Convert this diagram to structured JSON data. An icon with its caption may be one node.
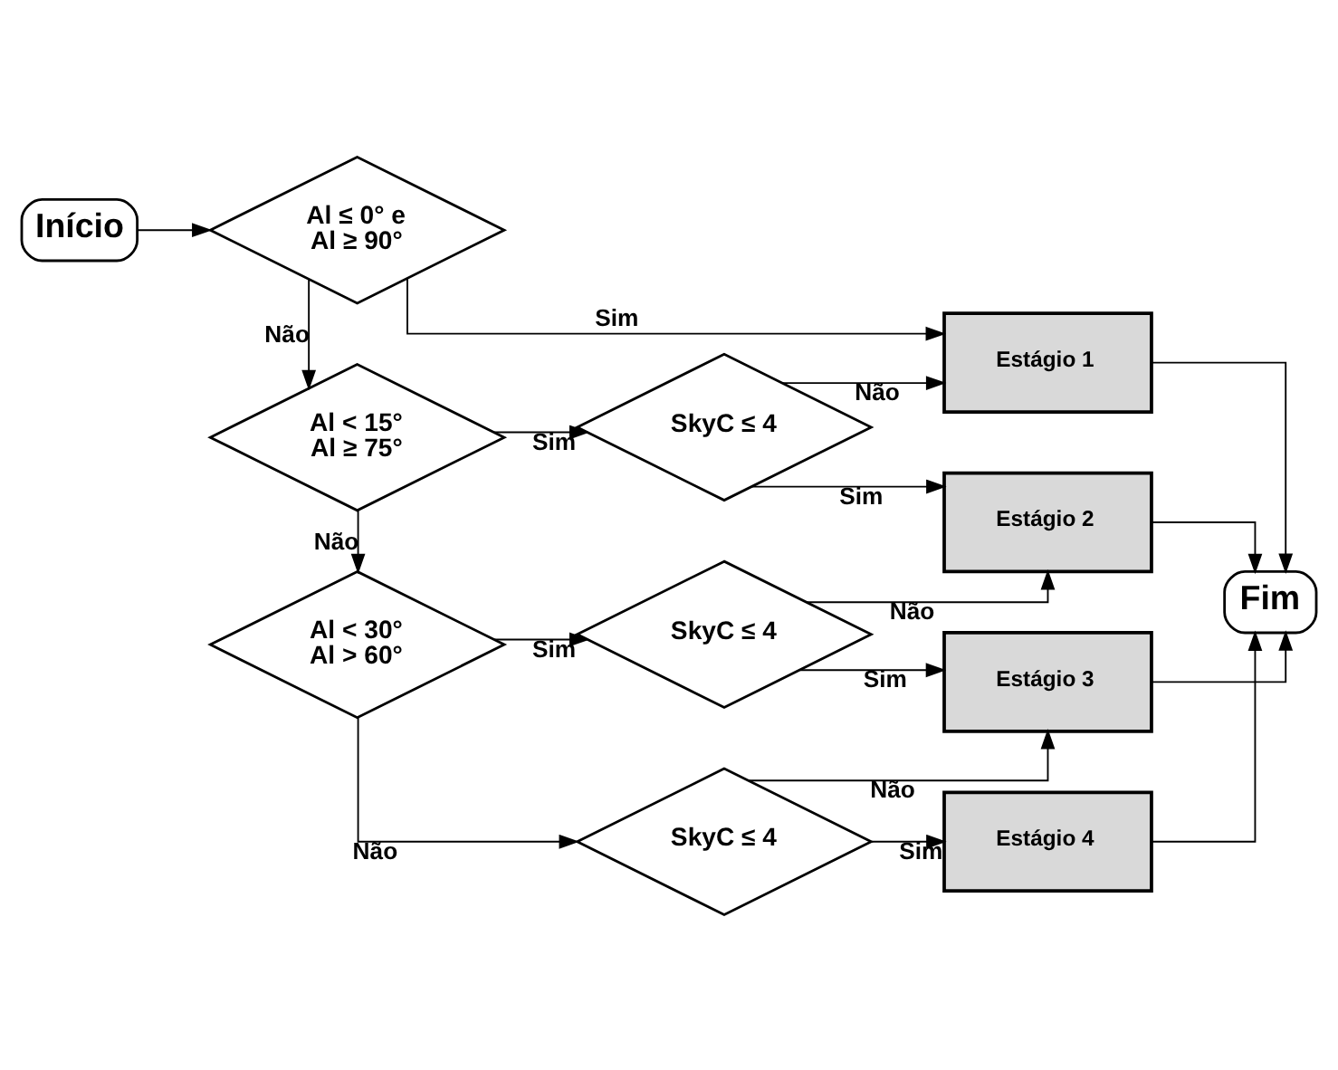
{
  "diagram": {
    "nodes": [
      {
        "text": [
          "Início"
        ]
      },
      {
        "text": [
          "Al ≤ 0° e Al ≥ 90°"
        ]
      },
      {
        "text": [
          "Estágio 1"
        ]
      },
      {
        "text": [
          "Al < 15° Al ≥ 75°"
        ]
      },
      {
        "text": [
          "SkyC ≤ 4"
        ]
      },
      {
        "text": [
          "Estágio 2"
        ]
      },
      {
        "text": [
          "Al < 30° Al > 60°"
        ]
      },
      {
        "text": [
          "SkyC ≤ 4"
        ]
      },
      {
        "text": [
          "Estágio 3"
        ]
      },
      {
        "text": [
          "SkyC ≤ 4"
        ]
      },
      {
        "text": [
          "Estágio 4"
        ]
      },
      {
        "text": [
          "Fim"
        ]
      }
    ],
    "edges": [
      {
        "from": 0,
        "to": 1,
        "arrow": "to"
      },
      {
        "from": 1,
        "to": 2,
        "arrow": "to",
        "label": "Sim"
      },
      {
        "from": 1,
        "to": 3,
        "arrow": "to",
        "label": "Não"
      },
      {
        "from": 3,
        "to": 4,
        "arrow": "to",
        "label": "Sim"
      },
      {
        "from": 4,
        "to": 5,
        "arrow": "to",
        "label": "Sim"
      },
      {
        "from": 4,
        "to": 2,
        "arrow": "to",
        "label": "Não"
      },
      {
        "from": 3,
        "to": 6,
        "arrow": "to",
        "label": "Não"
      },
      {
        "from": 6,
        "to": 7,
        "arrow": "to",
        "label": "Sim"
      },
      {
        "from": 7,
        "to": 8,
        "arrow": "to",
        "label": "Sim"
      },
      {
        "from": 7,
        "to": 5,
        "arrow": "to",
        "label": "Não"
      },
      {
        "from": 6,
        "to": 9,
        "arrow": "to",
        "label": "Não"
      },
      {
        "from": 9,
        "to": 10,
        "arrow": "to",
        "label": "Sim"
      },
      {
        "from": 9,
        "to": 8,
        "arrow": "to",
        "label": "Não"
      },
      {
        "from": 2,
        "to": 11,
        "arrow": "to"
      },
      {
        "from": 5,
        "to": 11,
        "arrow": "to"
      },
      {
        "from": 8,
        "to": 11,
        "arrow": "to"
      },
      {
        "from": 10,
        "to": 11,
        "arrow": "to"
      }
    ]
  }
}
